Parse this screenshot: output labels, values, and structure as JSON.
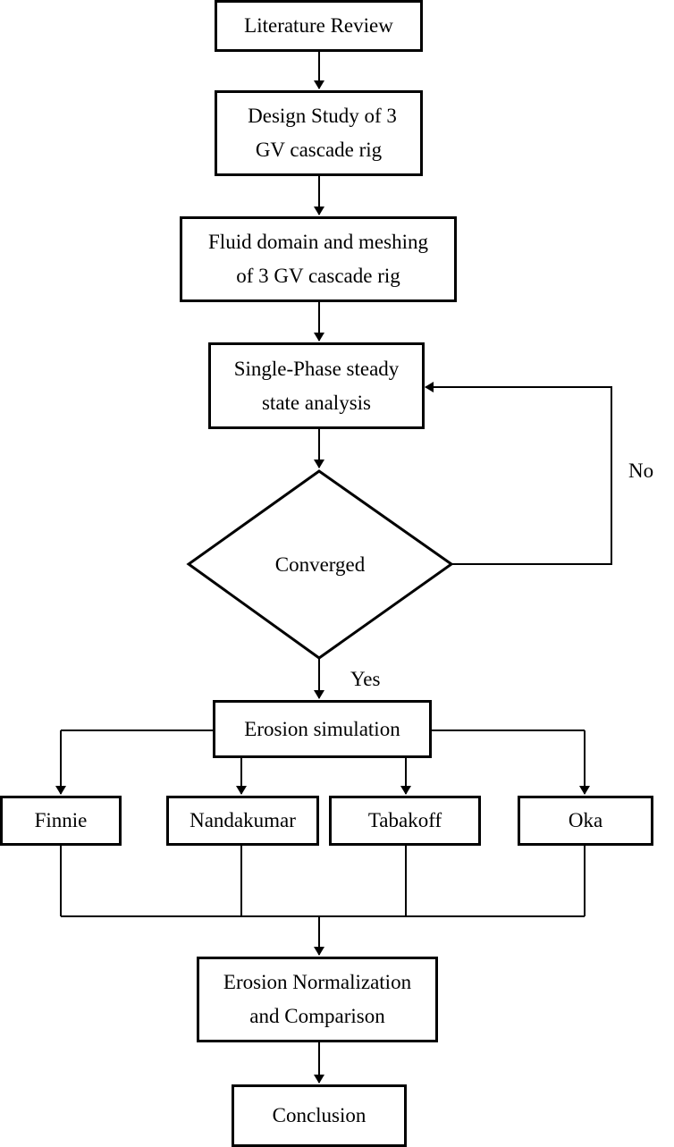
{
  "nodes": {
    "literature_review": "Literature Review",
    "design_study": "Design Study of 3 GV cascade rig",
    "design_study_line1": "Design Study of 3",
    "design_study_line2": "GV cascade rig",
    "fluid_domain_line1": "Fluid domain and meshing",
    "fluid_domain_line2": "of 3 GV cascade rig",
    "single_phase_line1": "Single-Phase steady",
    "single_phase_line2": "state analysis",
    "converged": "Converged",
    "erosion_simulation": "Erosion simulation",
    "finnie": "Finnie",
    "nandakumar": "Nandakumar",
    "tabakoff": "Tabakoff",
    "oka": "Oka",
    "normalization_line1": "Erosion Normalization",
    "normalization_line2": "and Comparison",
    "conclusion": "Conclusion"
  },
  "edge_labels": {
    "no": "No",
    "yes": "Yes"
  },
  "colors": {
    "stroke": "#000000",
    "background": "#ffffff"
  }
}
